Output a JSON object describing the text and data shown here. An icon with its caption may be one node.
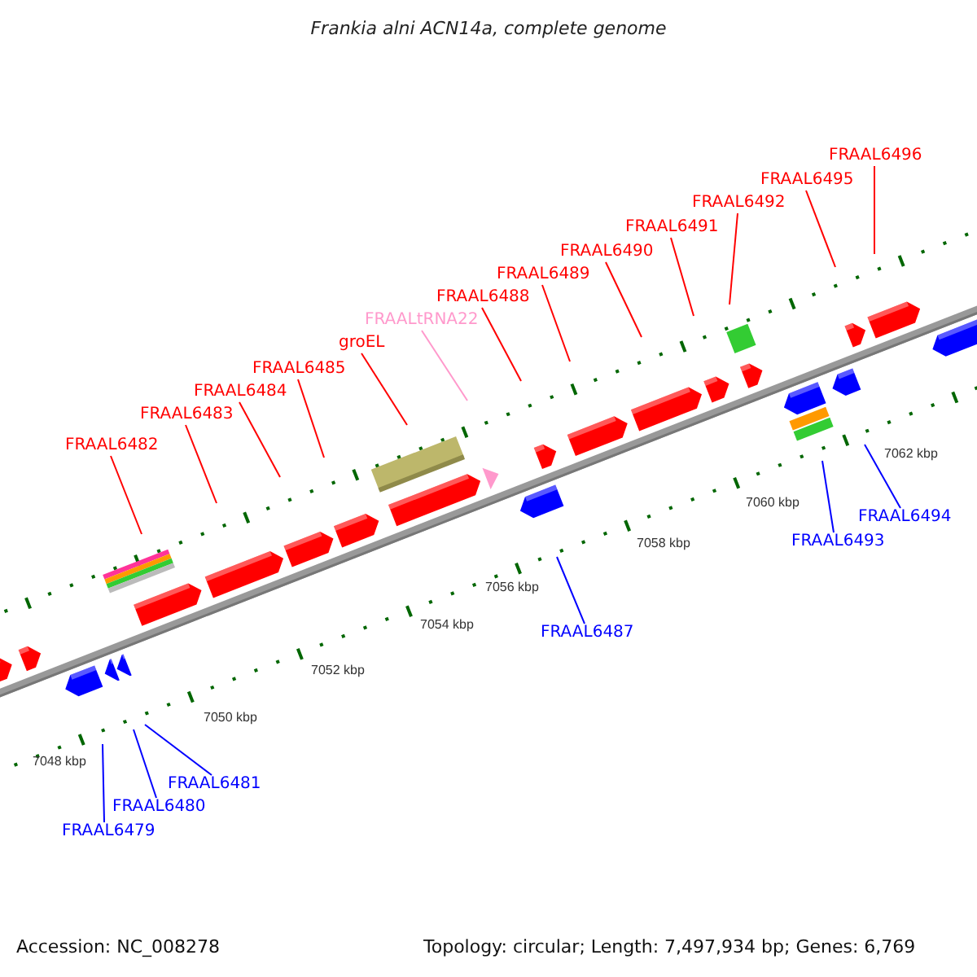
{
  "diagram": {
    "title": "Frankia alni ACN14a, complete genome",
    "nodes": [
      {
        "text": [
          "FRAAL6496"
        ]
      },
      {
        "text": [
          "FRAAL6495"
        ]
      },
      {
        "text": [
          "FRAAL6492"
        ]
      },
      {
        "text": [
          "FRAAL6491"
        ]
      },
      {
        "text": [
          "FRAAL6490"
        ]
      },
      {
        "text": [
          "FRAAL6489"
        ]
      },
      {
        "text": [
          "FRAAL6488"
        ]
      },
      {
        "text": [
          "FRAALtRNA22"
        ]
      },
      {
        "text": [
          "groEL"
        ]
      },
      {
        "text": [
          "FRAAL6485"
        ]
      },
      {
        "text": [
          "FRAAL6484"
        ]
      },
      {
        "text": [
          "FRAAL6483"
        ]
      },
      {
        "text": [
          "FRAAL6482"
        ]
      },
      {
        "text": [
          "FRAAL6494"
        ]
      },
      {
        "text": [
          "FRAAL6493"
        ]
      },
      {
        "text": [
          "FRAAL6487"
        ]
      },
      {
        "text": [
          "FRAAL6481"
        ]
      },
      {
        "text": [
          "FRAAL6480"
        ]
      },
      {
        "text": [
          "FRAAL6479"
        ]
      }
    ],
    "edges": [
      {
        "from": 0,
        "to": null,
        "arrow": "none"
      },
      {
        "from": 1,
        "to": null,
        "arrow": "none"
      },
      {
        "from": 2,
        "to": null,
        "arrow": "none"
      },
      {
        "from": 3,
        "to": null,
        "arrow": "none"
      },
      {
        "from": 4,
        "to": null,
        "arrow": "none"
      },
      {
        "from": 5,
        "to": null,
        "arrow": "none"
      },
      {
        "from": 6,
        "to": null,
        "arrow": "none"
      },
      {
        "from": 7,
        "to": null,
        "arrow": "none",
        "color": "#ff99cc"
      },
      {
        "from": 8,
        "to": null,
        "arrow": "none"
      },
      {
        "from": 9,
        "to": null,
        "arrow": "none"
      },
      {
        "from": 10,
        "to": null,
        "arrow": "none"
      },
      {
        "from": 11,
        "to": null,
        "arrow": "none"
      },
      {
        "from": 12,
        "to": null,
        "arrow": "none"
      },
      {
        "from": 13,
        "to": null,
        "arrow": "none",
        "color": "#0000ff"
      },
      {
        "from": 14,
        "to": null,
        "arrow": "none",
        "color": "#0000ff"
      },
      {
        "from": 15,
        "to": null,
        "arrow": "none",
        "color": "#0000ff"
      },
      {
        "from": 16,
        "to": null,
        "arrow": "none",
        "color": "#0000ff"
      },
      {
        "from": 17,
        "to": null,
        "arrow": "none",
        "color": "#0000ff"
      },
      {
        "from": 18,
        "to": null,
        "arrow": "none",
        "color": "#0000ff"
      }
    ],
    "labels": [
      "7062 kbp",
      "7060 kbp",
      "7058 kbp",
      "7056 kbp",
      "7054 kbp",
      "7052 kbp",
      "7050 kbp",
      "7048 kbp",
      "Accession: NC_008278",
      "Topology: circular; Length: 7,497,934 bp; Genes: 6,769"
    ]
  }
}
